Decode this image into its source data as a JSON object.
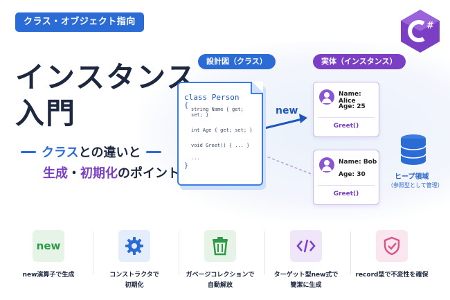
{
  "header": {
    "tag": "クラス・オブジェクト指向"
  },
  "title": {
    "line1": "インスタンス",
    "line2": "入門"
  },
  "subtitle": {
    "part1": "クラス",
    "part2": "との違いと",
    "part3": "生成",
    "part4": "・",
    "part5": "初期化",
    "part6": "のポイント"
  },
  "logo": {
    "text": "C#",
    "color": "#7b3fc4"
  },
  "diagram": {
    "class_label": "設計図（クラス）",
    "instance_label": "実体（インスタンス）",
    "code": {
      "line1": "class Person",
      "open_brace": "{",
      "line2": "string Name { get; set; }",
      "line3": "int Age { get; set; }",
      "line4": "void Greet() { ... }",
      "line5": "...",
      "close_brace": "}"
    },
    "arrow_label": "new",
    "instances": [
      {
        "name": "Name: Alice",
        "age": "Age: 25",
        "method": "Greet()"
      },
      {
        "name": "Name: Bob",
        "age": "Age: 30",
        "method": "Greet()"
      }
    ],
    "heap": {
      "title": "ヒープ領域",
      "note": "（参照型として管理）"
    }
  },
  "features": [
    {
      "icon": "new-icon",
      "icon_text": "new",
      "label_line1": "new演算子で生成",
      "label_line2": ""
    },
    {
      "icon": "gear-icon",
      "label_line1": "コンストラクタで",
      "label_line2": "初期化"
    },
    {
      "icon": "trash-icon",
      "label_line1": "ガベージコレクションで",
      "label_line2": "自動解放"
    },
    {
      "icon": "code-icon",
      "label_line1": "ターゲット型new式で",
      "label_line2": "簡潔に生成"
    },
    {
      "icon": "shield-check-icon",
      "label_line1": "record型で不変性を確保",
      "label_line2": ""
    }
  ],
  "colors": {
    "blue": "#2b6bd6",
    "purple": "#7b3fc4",
    "green": "#2f9a45",
    "pink": "#d8578a"
  }
}
